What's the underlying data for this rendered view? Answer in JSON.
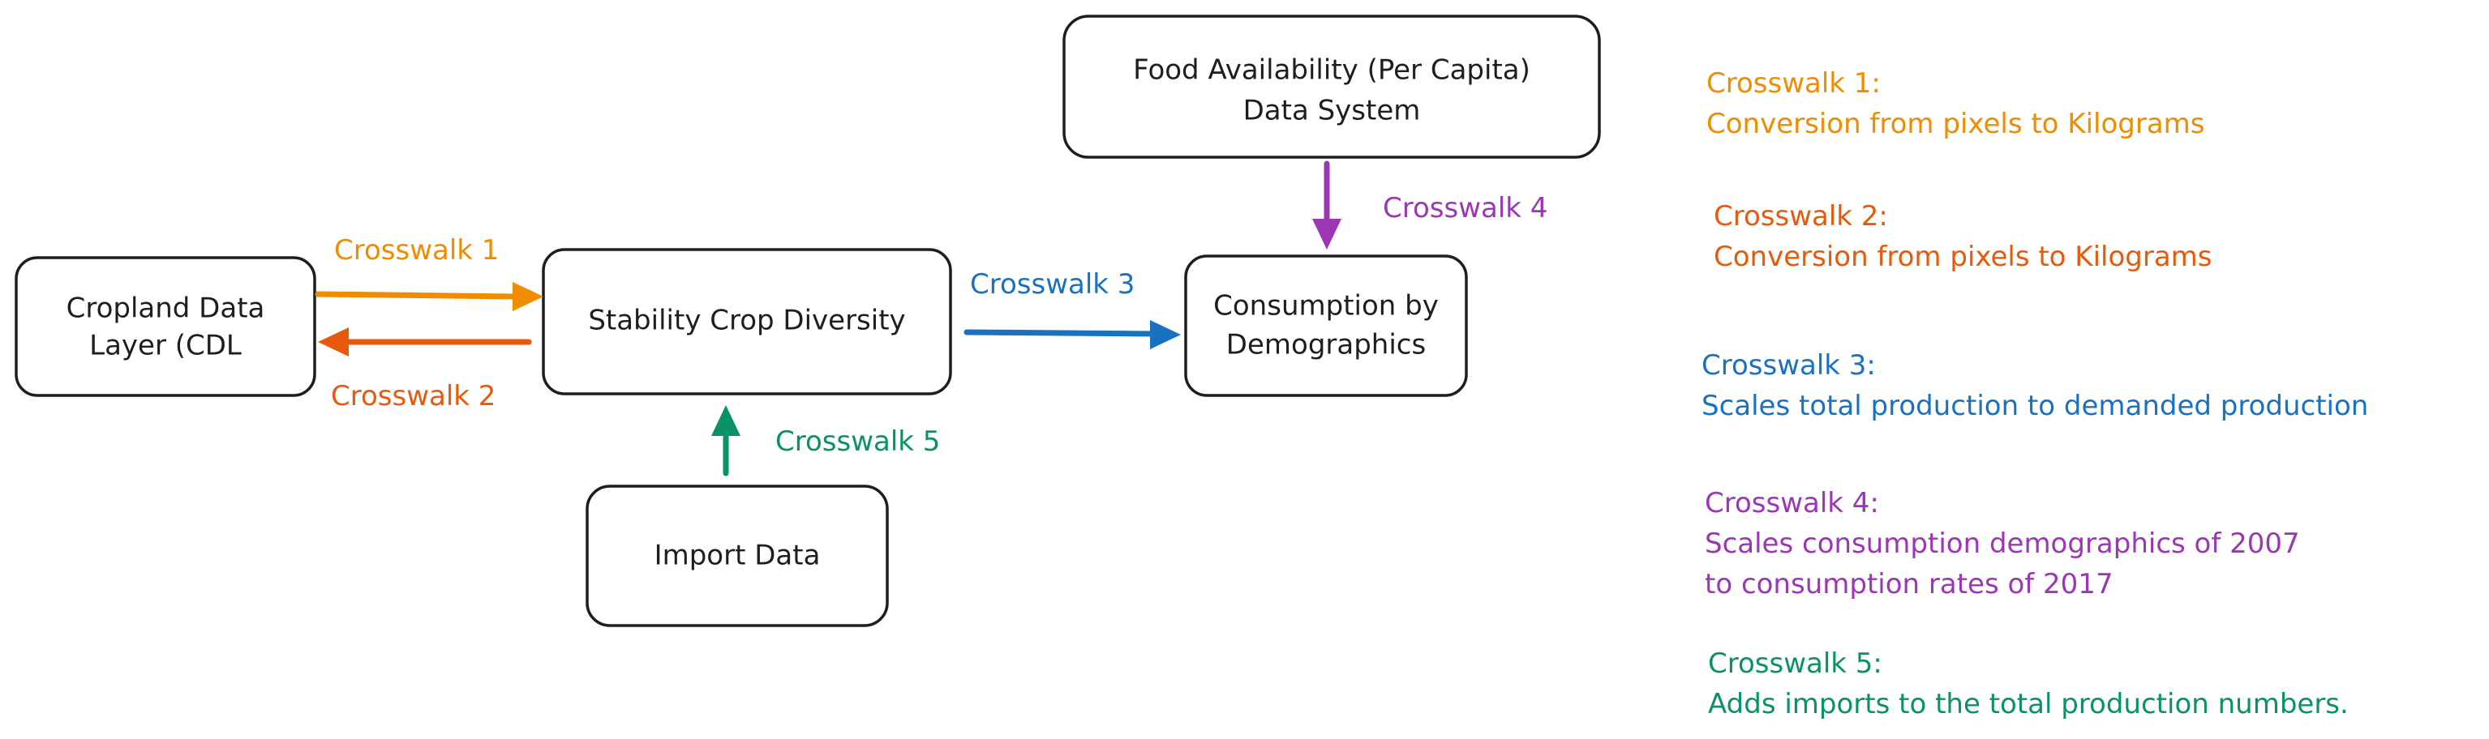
{
  "colors": {
    "orange": "#f08c00",
    "red": "#e8590c",
    "blue": "#1971c2",
    "purple": "#9c36b5",
    "green": "#099268",
    "ink": "#1e1e1e"
  },
  "nodes": {
    "cdl": {
      "line1": "Cropland Data",
      "line2": "Layer (CDL"
    },
    "stability": {
      "label": "Stability Crop Diversity"
    },
    "consumption": {
      "line1": "Consumption by",
      "line2": "Demographics"
    },
    "food": {
      "line1": "Food Availability (Per Capita)",
      "line2": "Data System"
    },
    "import": {
      "label": "Import Data"
    }
  },
  "edges": {
    "cw1": {
      "label": "Crosswalk 1",
      "color": "orange",
      "from": "cdl",
      "to": "stability"
    },
    "cw2": {
      "label": "Crosswalk 2",
      "color": "red",
      "from": "stability",
      "to": "cdl"
    },
    "cw3": {
      "label": "Crosswalk 3",
      "color": "blue",
      "from": "stability",
      "to": "consumption"
    },
    "cw4": {
      "label": "Crosswalk 4",
      "color": "purple",
      "from": "food",
      "to": "consumption"
    },
    "cw5": {
      "label": "Crosswalk 5",
      "color": "green",
      "from": "import",
      "to": "stability"
    }
  },
  "legend": {
    "cw1": {
      "title": "Crosswalk 1:",
      "line1": "Conversion from pixels to Kilograms",
      "color": "orange"
    },
    "cw2": {
      "title": "Crosswalk 2:",
      "line1": "Conversion from pixels to Kilograms",
      "color": "red"
    },
    "cw3": {
      "title": "Crosswalk 3:",
      "line1": "Scales total production to demanded production",
      "color": "blue"
    },
    "cw4": {
      "title": "Crosswalk 4:",
      "line1": "Scales consumption demographics of 2007",
      "line2": "to consumption rates of 2017",
      "color": "purple"
    },
    "cw5": {
      "title": "Crosswalk 5:",
      "line1": "Adds imports to the total production numbers.",
      "color": "green"
    }
  }
}
